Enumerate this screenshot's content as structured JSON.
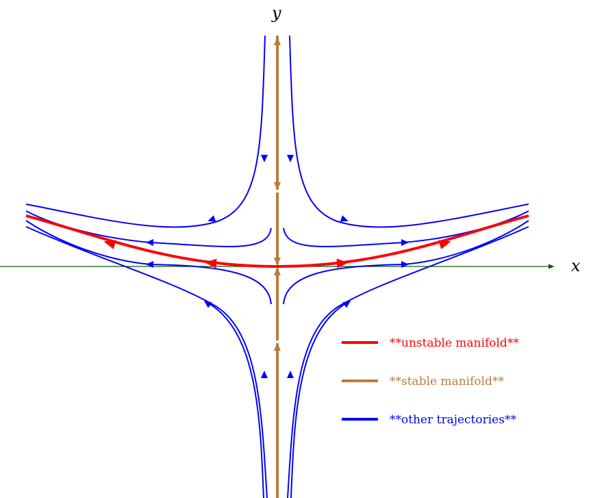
{
  "axes": {
    "x_label": "x",
    "y_label": "y",
    "axis_color": "#0a5a0a"
  },
  "colors": {
    "unstable": "#ff0000",
    "stable": "#b87c3f",
    "trajectory": "#0000ff"
  },
  "legend": {
    "unstable_label": "**unstable manifold**",
    "stable_label": "**stable manifold**",
    "other_label": "**other trajectories**"
  }
}
